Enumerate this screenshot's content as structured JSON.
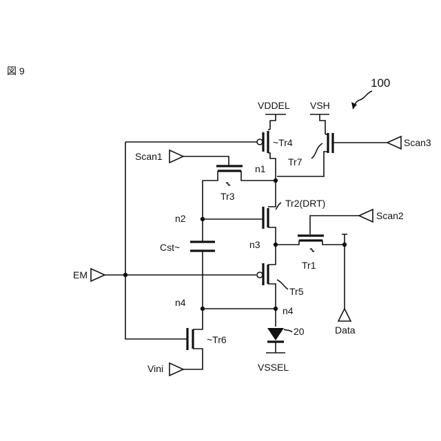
{
  "figure": {
    "label": "図 9",
    "ref": "100"
  },
  "supplies": {
    "vddel": "VDDEL",
    "vsh": "VSH",
    "vssel": "VSSEL"
  },
  "signals": {
    "scan1": "Scan1",
    "scan2": "Scan2",
    "scan3": "Scan3",
    "em": "EM",
    "vini": "Vini",
    "data": "Data"
  },
  "nodes": {
    "n1": "n1",
    "n2": "n2",
    "n3": "n3",
    "n4_left": "n4",
    "n4_right": "n4"
  },
  "components": {
    "tr1": "Tr1",
    "tr2": "Tr2(DRT)",
    "tr3": "Tr3",
    "tr4": "~Tr4",
    "tr5": "Tr5",
    "tr6": "~Tr6",
    "tr7": "Tr7",
    "cst": "Cst~",
    "diode": "20"
  }
}
